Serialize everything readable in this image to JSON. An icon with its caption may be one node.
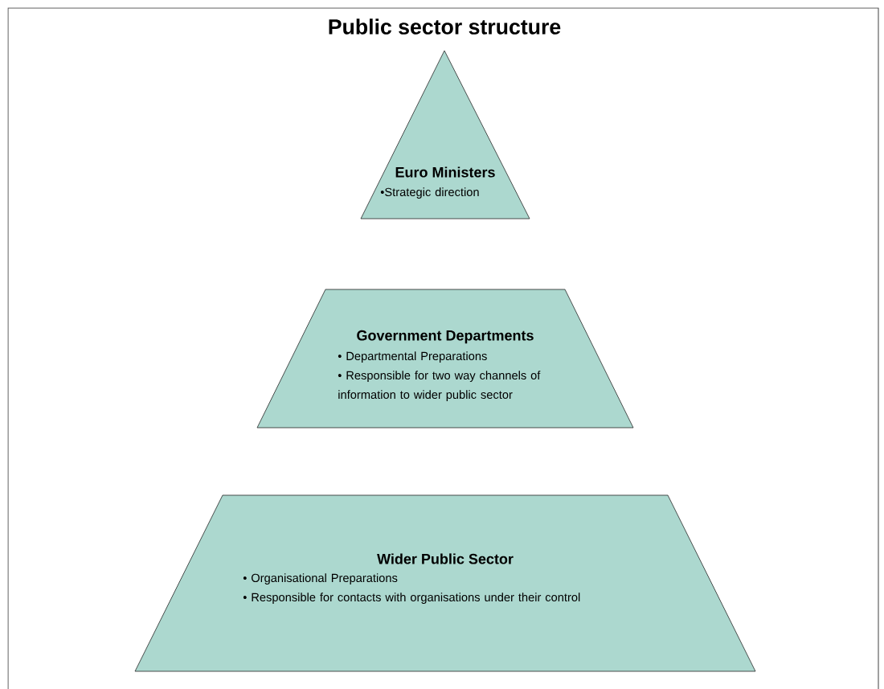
{
  "diagram": {
    "title": "Public sector structure",
    "nodes": [
      {
        "text": [
          "Euro Ministers",
          "•Strategic direction"
        ]
      },
      {
        "text": [
          "Government Departments",
          "• Departmental Preparations",
          "• Responsible for two way channels of information to wider public sector"
        ]
      },
      {
        "text": [
          "Wider Public Sector",
          "• Organisational Preparations",
          "• Responsible for contacts with organisations under their control"
        ]
      }
    ]
  }
}
